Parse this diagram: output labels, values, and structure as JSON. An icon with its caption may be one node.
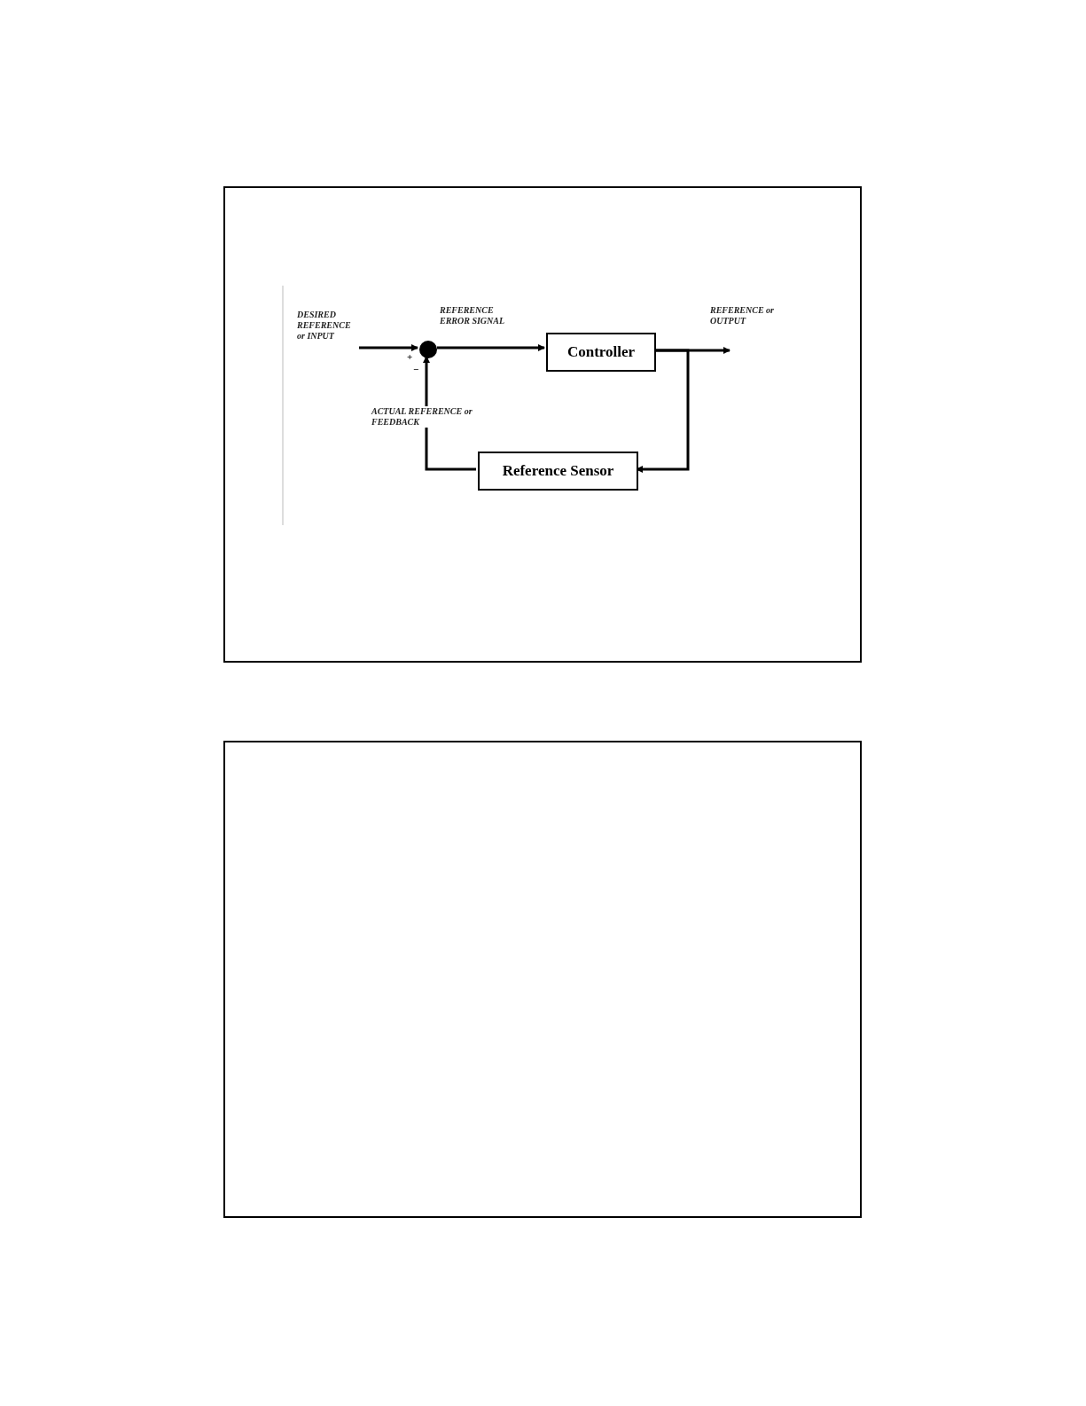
{
  "diagram": {
    "nodes": [
      {
        "text": [],
        "shape": "box"
      },
      {
        "text": [],
        "shape": "box"
      },
      {
        "text": [
          "DESIRED REFERENCE or INPUT"
        ],
        "in": 0
      },
      {
        "text": [],
        "shape": "circle",
        "in": 0
      },
      {
        "text": [
          "Controller"
        ],
        "in": 0
      },
      {
        "text": [
          "Reference Sensor"
        ],
        "in": 0
      }
    ],
    "edges": [
      {
        "from": 2,
        "to": 3,
        "arrow": "to"
      },
      {
        "from": 3,
        "to": 4,
        "arrow": "to",
        "label": "REFERENCE ERROR SIGNAL"
      },
      {
        "from": 4,
        "to": null,
        "arrow": "to"
      },
      {
        "from": 4,
        "to": 5,
        "arrow": "to"
      },
      {
        "from": 5,
        "to": 3,
        "arrow": "to",
        "label": "ACTUAL REFERENCE or FEEDBACK"
      }
    ],
    "labels": [
      "+",
      "−",
      "REFERENCE or OUTPUT"
    ]
  }
}
